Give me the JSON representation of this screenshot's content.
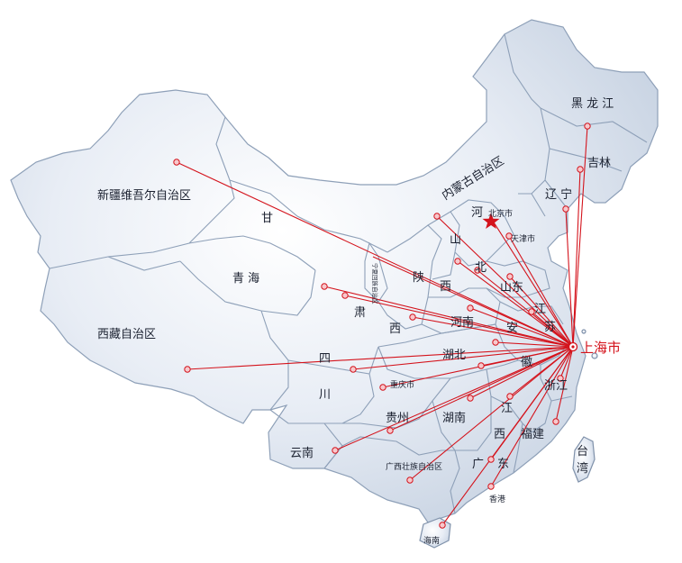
{
  "map": {
    "hub": "上海市",
    "capital": "北京市",
    "regions": [
      {
        "id": "heilongjiang",
        "text": "黑 龙 江"
      },
      {
        "id": "jilin",
        "text": "吉林"
      },
      {
        "id": "liaoning",
        "text": "辽 宁"
      },
      {
        "id": "neimenggu",
        "text": "内蒙古自治区"
      },
      {
        "id": "xinjiang",
        "text": "新疆维吾尔自治区"
      },
      {
        "id": "gansu-1",
        "text": "甘"
      },
      {
        "id": "gansu-2",
        "text": "肃"
      },
      {
        "id": "qinghai",
        "text": "青   海"
      },
      {
        "id": "xizang",
        "text": "西藏自治区"
      },
      {
        "id": "sichuan-1",
        "text": "四"
      },
      {
        "id": "sichuan-2",
        "text": "川"
      },
      {
        "id": "yunnan",
        "text": "云南"
      },
      {
        "id": "guizhou",
        "text": "贵州"
      },
      {
        "id": "chongqing",
        "text": "重庆市"
      },
      {
        "id": "guangxi",
        "text": "广西壮族自治区"
      },
      {
        "id": "hainan",
        "text": "海南"
      },
      {
        "id": "hunan",
        "text": "湖南"
      },
      {
        "id": "hubei",
        "text": "湖北"
      },
      {
        "id": "henan",
        "text": "河南"
      },
      {
        "id": "shaanxi-1",
        "text": "陕"
      },
      {
        "id": "shaanxi-2",
        "text": "西"
      },
      {
        "id": "shanxi-1",
        "text": "山"
      },
      {
        "id": "shanxi-2",
        "text": "西"
      },
      {
        "id": "hebei-1",
        "text": "河"
      },
      {
        "id": "hebei-2",
        "text": "北"
      },
      {
        "id": "tianjin",
        "text": "天津市"
      },
      {
        "id": "shandong",
        "text": "山东"
      },
      {
        "id": "jiangsu-1",
        "text": "江"
      },
      {
        "id": "jiangsu-2",
        "text": "苏"
      },
      {
        "id": "anhui-1",
        "text": "安"
      },
      {
        "id": "anhui-2",
        "text": "徽"
      },
      {
        "id": "zhejiang",
        "text": "浙江"
      },
      {
        "id": "jiangxi-1",
        "text": "江"
      },
      {
        "id": "jiangxi-2",
        "text": "西"
      },
      {
        "id": "fujian",
        "text": "福建"
      },
      {
        "id": "guangdong-1",
        "text": "广"
      },
      {
        "id": "guangdong-2",
        "text": "东"
      },
      {
        "id": "xianggang",
        "text": "香港"
      },
      {
        "id": "taiwan-1",
        "text": "台"
      },
      {
        "id": "taiwan-2",
        "text": "湾"
      },
      {
        "id": "ningxia",
        "text": "宁夏回族自治区"
      }
    ],
    "colors": {
      "route": "#d4131c",
      "province_fill": "#dfe6f0",
      "province_border": "#8ea0b8",
      "hub_label": "#d4131c"
    }
  }
}
